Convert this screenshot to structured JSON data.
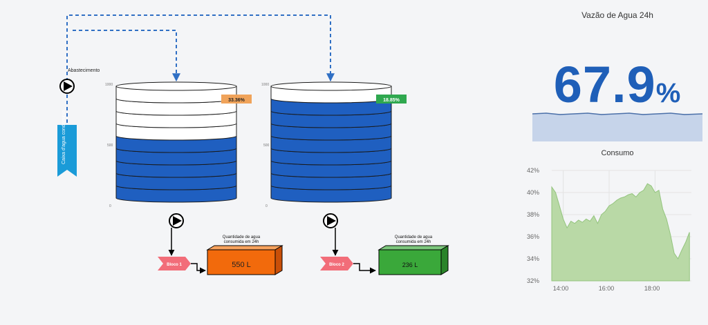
{
  "diagram": {
    "labels": {
      "abastecimento": "Abastecimento",
      "caixa": "Caixa d'agua condominio"
    },
    "scale_ticks": [
      "1000",
      "500",
      "0"
    ],
    "tanks": [
      {
        "name": "tank-1",
        "percent_label": "33.36%",
        "badge_color": "#f0a35a",
        "filled_segments": 5,
        "total_segments": 9
      },
      {
        "name": "tank-2",
        "percent_label": "18.85%",
        "badge_color": "#2fa84f",
        "filled_segments": 8,
        "total_segments": 9
      }
    ],
    "blocks": [
      {
        "label": "Bloco 1",
        "caption_line1": "Quantidade de agua",
        "caption_line2": "consumida em 24h",
        "value": "550 L",
        "color": "#f26a0c"
      },
      {
        "label": "Bloco 2",
        "caption_line1": "Quantidade de agua",
        "caption_line2": "consumida em 24h",
        "value": "236 L",
        "color": "#3aa83a"
      }
    ]
  },
  "gauge": {
    "title": "Vazão de Agua 24h",
    "value": "67.9",
    "unit": "%",
    "color": "#1f5fb8"
  },
  "consumo": {
    "title": "Consumo",
    "y_ticks": [
      "42%",
      "40%",
      "38%",
      "36%",
      "34%",
      "32%"
    ],
    "x_ticks": [
      "14:00",
      "16:00",
      "18:00"
    ]
  },
  "chart_data": {
    "type": "area",
    "title": "Consumo",
    "xlabel": "",
    "ylabel": "",
    "x_range": [
      "13:30",
      "19:35"
    ],
    "ylim": [
      32,
      42
    ],
    "grid": true,
    "color": "#9ecb8a",
    "series": [
      {
        "x": [
          "13:30",
          "13:40",
          "13:50",
          "14:00",
          "14:10",
          "14:20",
          "14:30",
          "14:40",
          "14:50",
          "15:00",
          "15:10",
          "15:20",
          "15:30",
          "15:40",
          "15:50",
          "16:00",
          "16:10",
          "16:20",
          "16:30",
          "16:40",
          "16:50",
          "17:00",
          "17:10",
          "17:20",
          "17:30",
          "17:40",
          "17:50",
          "18:00",
          "18:10",
          "18:20",
          "18:30",
          "18:40",
          "18:50",
          "19:00",
          "19:10",
          "19:20",
          "19:30"
        ],
        "values": [
          40.5,
          40.0,
          38.8,
          37.6,
          36.8,
          37.4,
          37.2,
          37.5,
          37.3,
          37.6,
          37.4,
          37.9,
          37.2,
          38.0,
          38.3,
          38.8,
          39.0,
          39.3,
          39.5,
          39.6,
          39.8,
          39.9,
          39.6,
          40.0,
          40.2,
          40.8,
          40.6,
          40.0,
          40.2,
          38.5,
          37.6,
          36.2,
          34.5,
          34.0,
          34.8,
          35.5,
          36.4
        ]
      }
    ]
  }
}
